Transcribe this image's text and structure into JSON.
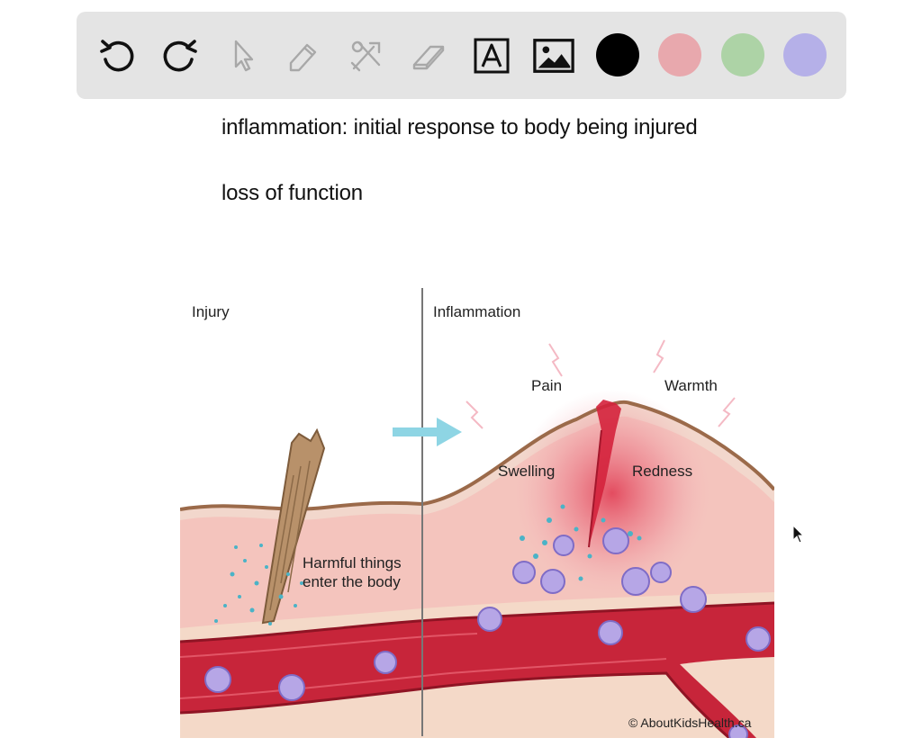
{
  "toolbar": {
    "tools": [
      {
        "name": "undo-icon"
      },
      {
        "name": "redo-icon"
      },
      {
        "name": "select-arrow-icon"
      },
      {
        "name": "pencil-icon"
      },
      {
        "name": "tools-icon"
      },
      {
        "name": "eraser-icon"
      },
      {
        "name": "text-tool-icon",
        "glyph": "A"
      },
      {
        "name": "image-icon"
      }
    ],
    "colors": [
      "#000000",
      "#e8a8ad",
      "#add3a6",
      "#b5b0e8"
    ]
  },
  "notes": {
    "line1": "inflammation: initial response to body being injured",
    "line2": "loss of function"
  },
  "diagram": {
    "left_heading": "Injury",
    "right_heading": "Inflammation",
    "harmful_line1": "Harmful things",
    "harmful_line2": "enter the body",
    "pain": "Pain",
    "warmth": "Warmth",
    "swelling": "Swelling",
    "redness": "Redness",
    "credit": "© AboutKidsHealth.ca"
  }
}
